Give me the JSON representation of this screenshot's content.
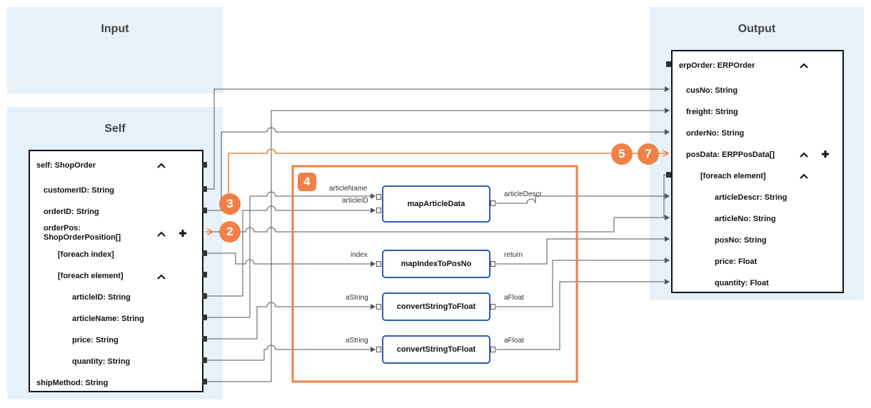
{
  "zones": {
    "input_title": "Input",
    "self_title": "Self",
    "output_title": "Output"
  },
  "self_box": {
    "root": "self: ShopOrder",
    "customer_id": "customerID: String",
    "order_id": "orderID: String",
    "order_pos_line1": "orderPos:",
    "order_pos_line2": "ShopOrderPosition[]",
    "foreach_index": "[foreach index]",
    "foreach_element": "[foreach element]",
    "article_id": "articleID: String",
    "article_name": "articleName: String",
    "price": "price: String",
    "quantity": "quantity: String",
    "ship_method": "shipMethod: String"
  },
  "output_box": {
    "root": "erpOrder: ERPOrder",
    "cus_no": "cusNo: String",
    "freight": "freight: String",
    "order_no": "orderNo: String",
    "pos_data": "posData: ERPPosData[]",
    "foreach_element": "[foreach element]",
    "article_descr": "articleDescr: String",
    "article_no": "articleNo: String",
    "pos_no": "posNo: String",
    "price": "price: Float",
    "quantity": "quantity: Float"
  },
  "functions": {
    "map_article": {
      "label": "mapArticleData",
      "in1": "articleName",
      "in2": "articleID",
      "out": "articleDescr"
    },
    "map_index": {
      "label": "mapIndexToPosNo",
      "in": "index",
      "out": "return"
    },
    "convert1": {
      "label": "convertStringToFloat",
      "in": "aString",
      "out": "aFloat"
    },
    "convert2": {
      "label": "convertStringToFloat",
      "in": "aString",
      "out": "aFloat"
    }
  },
  "badges": {
    "b2": "2",
    "b3": "3",
    "b4": "4",
    "b5": "5",
    "b7": "7"
  },
  "colors": {
    "accent": "#f08048",
    "zone": "#e6f1fa",
    "function_border": "#2b5fab",
    "wire": "#555555"
  },
  "icons": {
    "collapse": "chevron-up-icon",
    "add": "plus-icon",
    "port": "square-port-icon"
  }
}
